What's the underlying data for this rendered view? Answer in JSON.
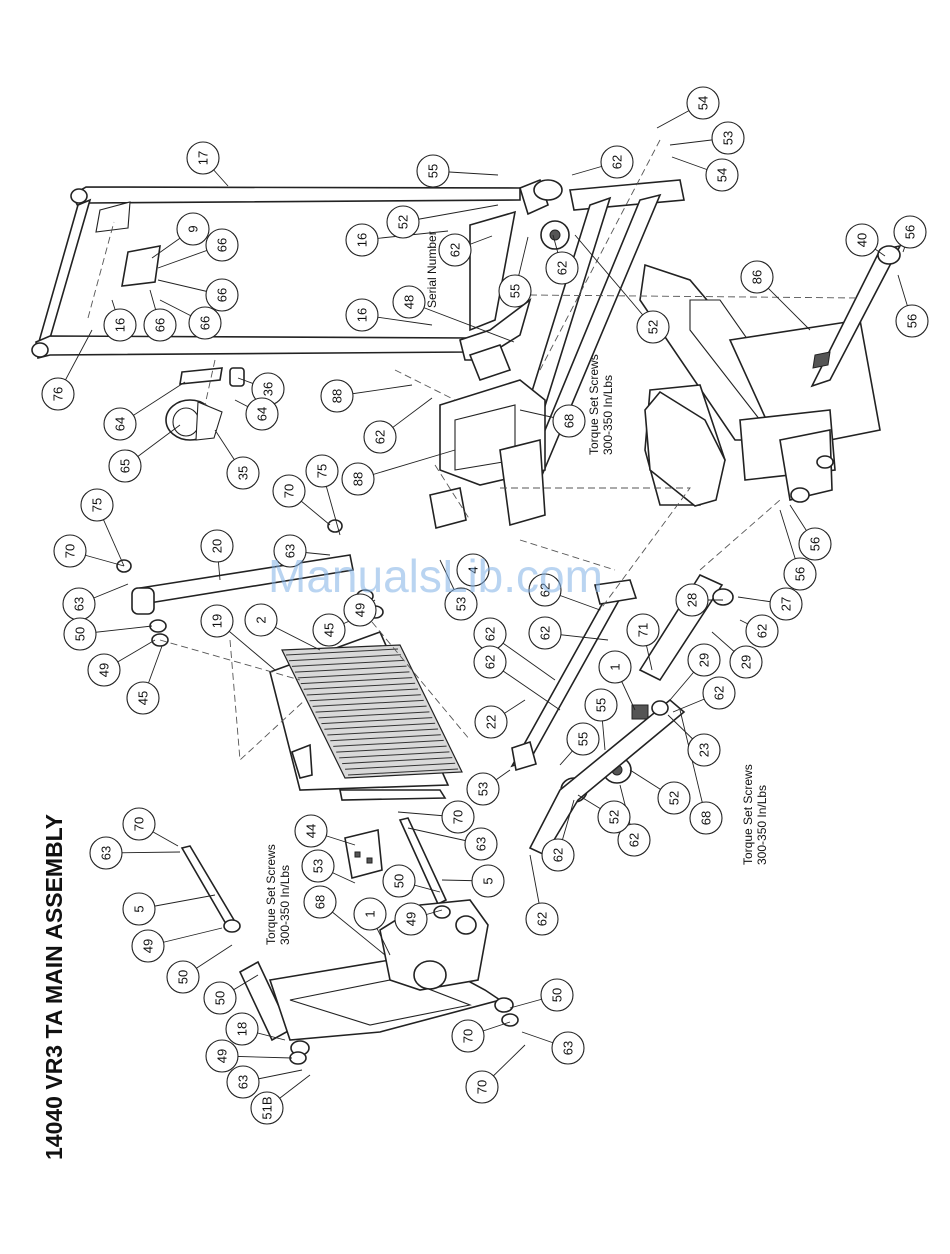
{
  "title": "14040 VR3 TA MAIN ASSEMBLY",
  "watermark": "ManualsLib.com",
  "notes": {
    "serial_number": "Serial Number",
    "torque_a": [
      "Torque Set Screws",
      "300-350 In/Lbs"
    ],
    "torque_b": [
      "Torque Set Screws",
      "300-350 In/Lbs"
    ],
    "torque_c": [
      "Torque Set Screws",
      "300-350 In/Lbs"
    ]
  },
  "callouts": [
    "54",
    "53",
    "54",
    "62",
    "55",
    "17",
    "52",
    "16",
    "62",
    "55",
    "62",
    "52",
    "40",
    "56",
    "9",
    "66",
    "66",
    "66",
    "66",
    "16",
    "86",
    "56",
    "76",
    "16",
    "48",
    "36",
    "64",
    "88",
    "62",
    "68",
    "64",
    "65",
    "35",
    "88",
    "70",
    "75",
    "75",
    "70",
    "20",
    "63",
    "63",
    "50",
    "49",
    "45",
    "49",
    "45",
    "19",
    "2",
    "53",
    "4",
    "56",
    "56",
    "62",
    "62",
    "62",
    "62",
    "28",
    "27",
    "71",
    "1",
    "29",
    "62",
    "29",
    "22",
    "55",
    "62",
    "55",
    "53",
    "52",
    "23",
    "62",
    "68",
    "52",
    "62",
    "44",
    "70",
    "63",
    "53",
    "68",
    "1",
    "63",
    "70",
    "5",
    "49",
    "50",
    "5",
    "50",
    "49",
    "50",
    "18",
    "50",
    "49",
    "63",
    "70",
    "63",
    "70",
    "51B",
    "62"
  ]
}
